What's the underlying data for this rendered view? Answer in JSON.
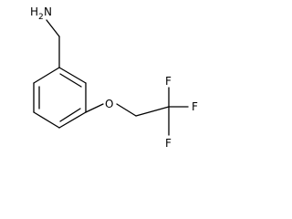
{
  "molecule": {
    "atom_labels": {
      "amine_h": "H",
      "amine_h_count": "2",
      "amine_n": "N",
      "ether_o": "O",
      "fluorine_1": "F",
      "fluorine_2": "F",
      "fluorine_3": "F"
    },
    "colors": {
      "bond": "#000000",
      "label": "#000000",
      "background": "#ffffff"
    }
  }
}
